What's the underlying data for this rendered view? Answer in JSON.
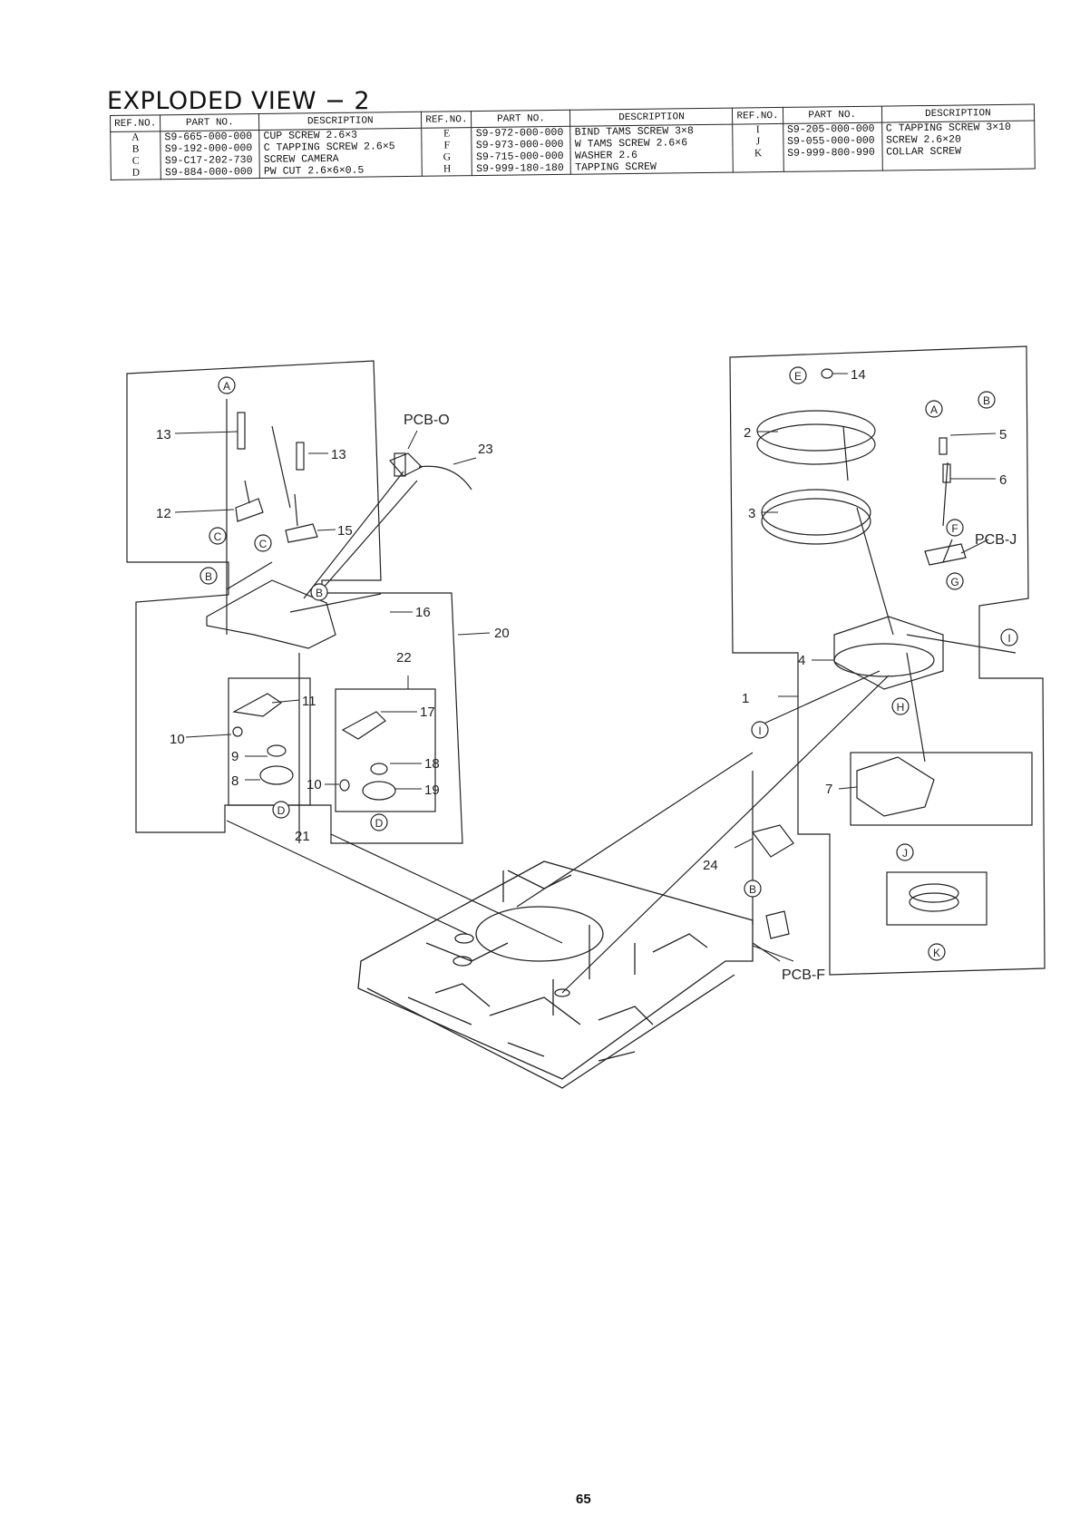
{
  "page": {
    "title": "EXPLODED VIEW − 2",
    "page_number": "65"
  },
  "table": {
    "headers": [
      "REF.NO.",
      "PART NO.",
      "DESCRIPTION",
      "REF.NO.",
      "PART NO.",
      "DESCRIPTION",
      "REF.NO.",
      "PART NO.",
      "DESCRIPTION"
    ],
    "rows": [
      [
        "A",
        "S9-665-000-000",
        "CUP SCREW 2.6×3",
        "E",
        "S9-972-000-000",
        "BIND TAMS SCREW 3×8",
        "I",
        "S9-205-000-000",
        "C TAPPING SCREW 3×10"
      ],
      [
        "B",
        "S9-192-000-000",
        "C TAPPING SCREW 2.6×5",
        "F",
        "S9-973-000-000",
        "W TAMS SCREW 2.6×6",
        "J",
        "S9-055-000-000",
        "SCREW 2.6×20"
      ],
      [
        "C",
        "S9-C17-202-730",
        "SCREW CAMERA",
        "G",
        "S9-715-000-000",
        "WASHER 2.6",
        "K",
        "S9-999-800-990",
        "COLLAR SCREW"
      ],
      [
        "D",
        "S9-884-000-000",
        "PW CUT 2.6×6×0.5",
        "H",
        "S9-999-180-180",
        "TAPPING SCREW",
        "",
        "",
        ""
      ]
    ]
  },
  "callouts": {
    "A1": "A",
    "B1": "B",
    "B2": "B",
    "C1": "C",
    "C2": "C",
    "D1": "D",
    "D2": "D",
    "A2": "A",
    "B3": "B",
    "E1": "E",
    "F1": "F",
    "G1": "G",
    "H1": "H",
    "I1": "I",
    "I2": "I",
    "J1": "J",
    "K1": "K",
    "B4": "B"
  },
  "labels": {
    "n1": "1",
    "n2": "2",
    "n3": "3",
    "n4": "4",
    "n5": "5",
    "n6": "6",
    "n7": "7",
    "n8": "8",
    "n9": "9",
    "n10a": "10",
    "n10b": "10",
    "n11": "11",
    "n12": "12",
    "n13a": "13",
    "n13b": "13",
    "n14": "14",
    "n15": "15",
    "n16": "16",
    "n17": "17",
    "n18": "18",
    "n19": "19",
    "n20": "20",
    "n21": "21",
    "n22": "22",
    "n23": "23",
    "n24": "24",
    "pcb_o": "PCB-O",
    "pcb_j": "PCB-J",
    "pcb_f": "PCB-F"
  }
}
